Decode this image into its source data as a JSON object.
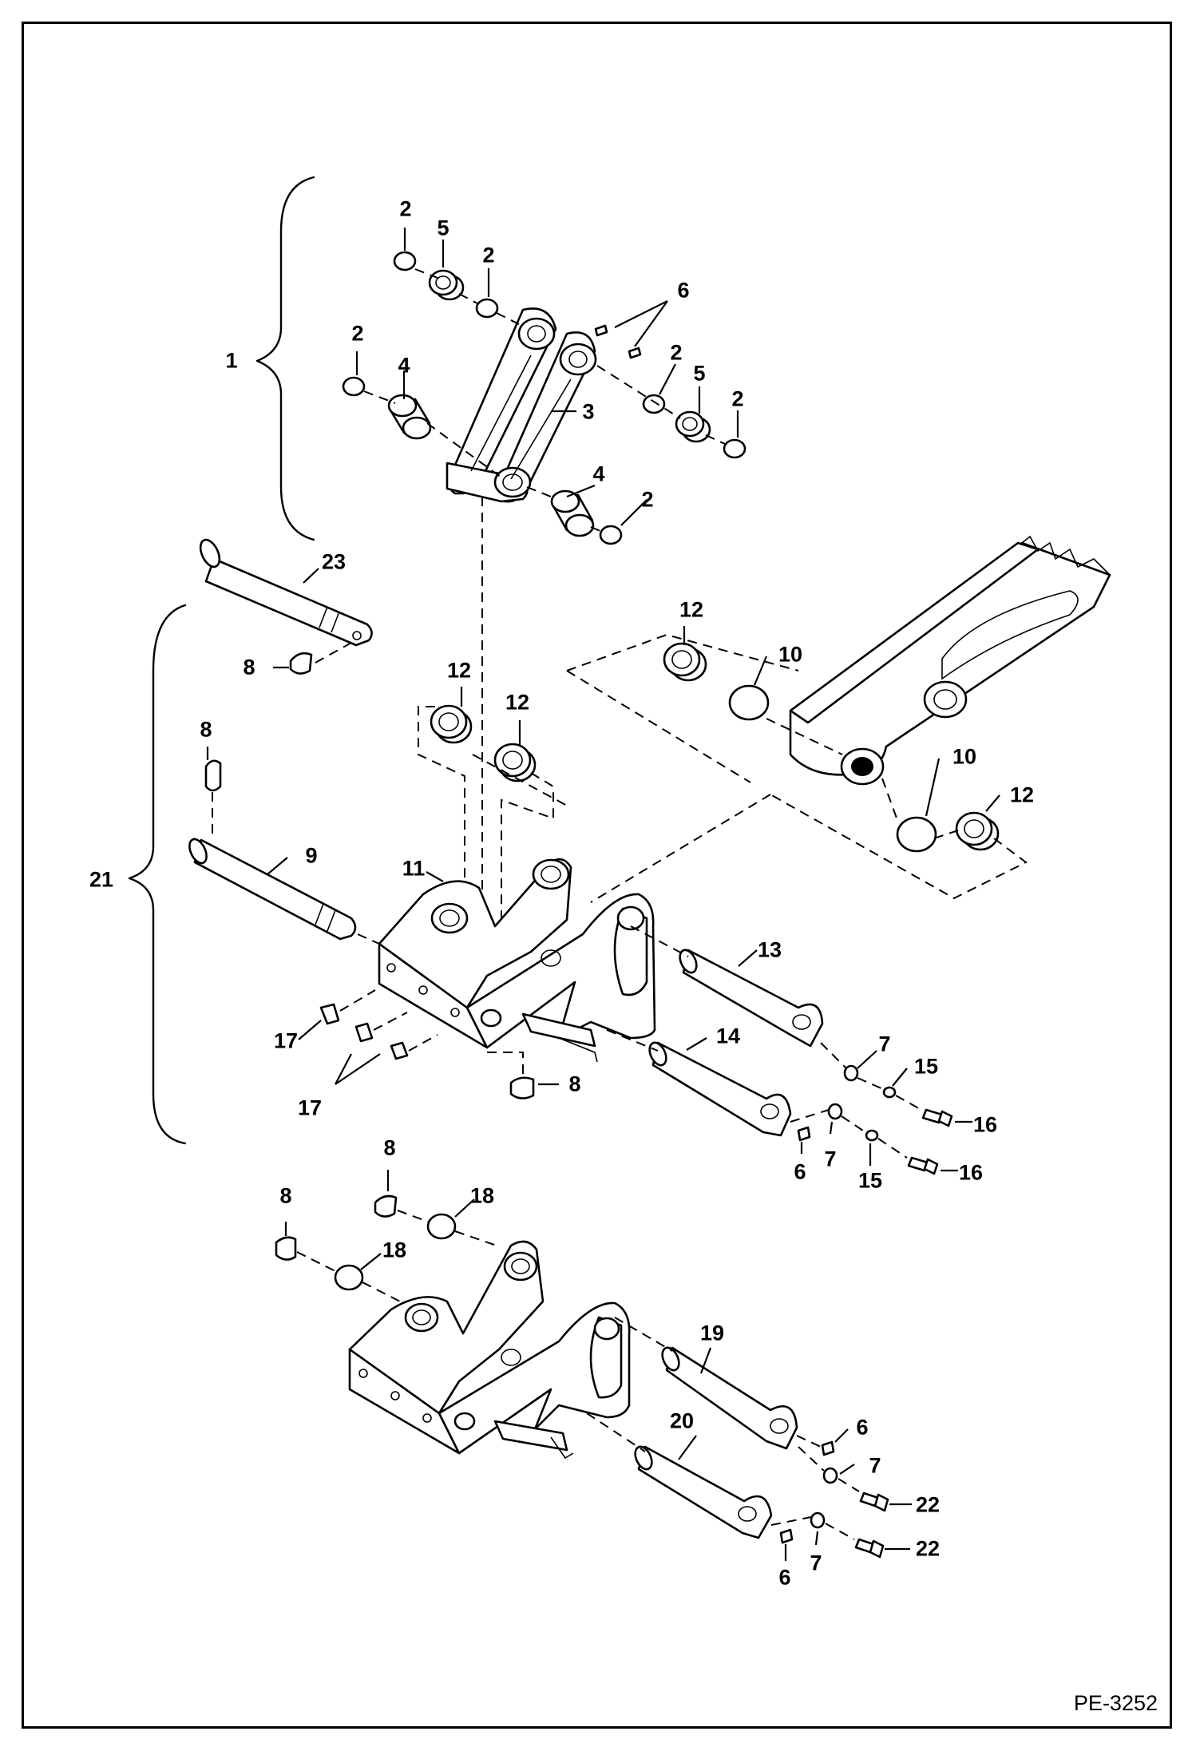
{
  "document_id": "PE-3252",
  "labels": {
    "l1": "1",
    "l2a": "2",
    "l2b": "2",
    "l2c": "2",
    "l2d": "2",
    "l2e": "2",
    "l2f": "2",
    "l3": "3",
    "l4a": "4",
    "l4b": "4",
    "l5a": "5",
    "l5b": "5",
    "l6a": "6",
    "l6b": "6",
    "l6c": "6",
    "l6d": "6",
    "l7a": "7",
    "l7b": "7",
    "l7c": "7",
    "l7d": "7",
    "l8a": "8",
    "l8b": "8",
    "l8c": "8",
    "l8d": "8",
    "l8e": "8",
    "l9": "9",
    "l10a": "10",
    "l10b": "10",
    "l11": "11",
    "l12a": "12",
    "l12b": "12",
    "l12c": "12",
    "l12d": "12",
    "l13": "13",
    "l14": "14",
    "l15a": "15",
    "l15b": "15",
    "l16a": "16",
    "l16b": "16",
    "l17a": "17",
    "l17b": "17",
    "l18a": "18",
    "l18b": "18",
    "l19": "19",
    "l20": "20",
    "l21": "21",
    "l22a": "22",
    "l22b": "22",
    "l23": "23"
  }
}
